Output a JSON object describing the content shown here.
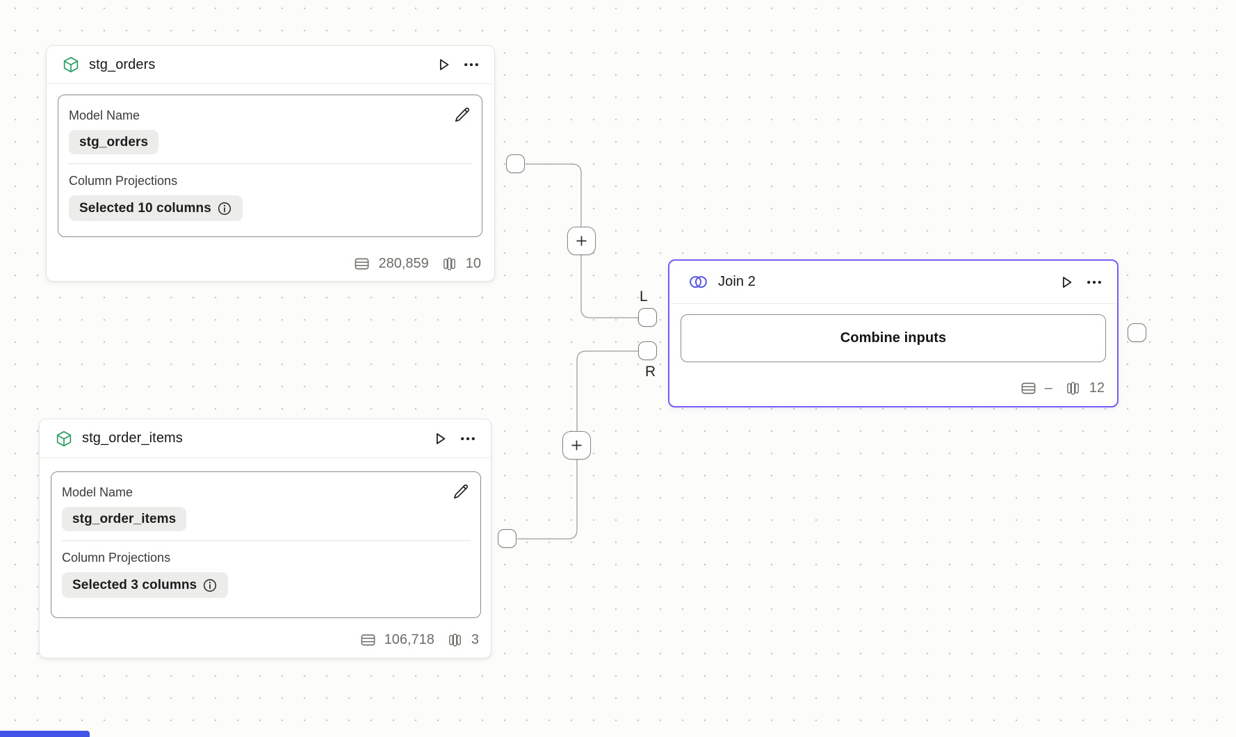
{
  "node_stg_orders": {
    "title": "stg_orders",
    "model_name_label": "Model Name",
    "model_name_value": "stg_orders",
    "projections_label": "Column Projections",
    "projections_value": "Selected 10 columns",
    "row_count": "280,859",
    "column_count": "10"
  },
  "node_stg_order_items": {
    "title": "stg_order_items",
    "model_name_label": "Model Name",
    "model_name_value": "stg_order_items",
    "projections_label": "Column Projections",
    "projections_value": "Selected 3 columns",
    "row_count": "106,718",
    "column_count": "3"
  },
  "node_join": {
    "title": "Join 2",
    "combine_button_label": "Combine inputs",
    "row_count": "–",
    "column_count": "12",
    "left_input_label": "L",
    "right_input_label": "R"
  },
  "colors": {
    "model_icon_green": "#2E9E68",
    "join_icon_indigo": "#5454E3",
    "join_selected_border": "#7B5CF6",
    "wire_gray": "#AFABA7",
    "pill_background": "#ECECEA",
    "stats_gray": "#6F6B67",
    "bottom_accent_blue": "#4254E8"
  }
}
